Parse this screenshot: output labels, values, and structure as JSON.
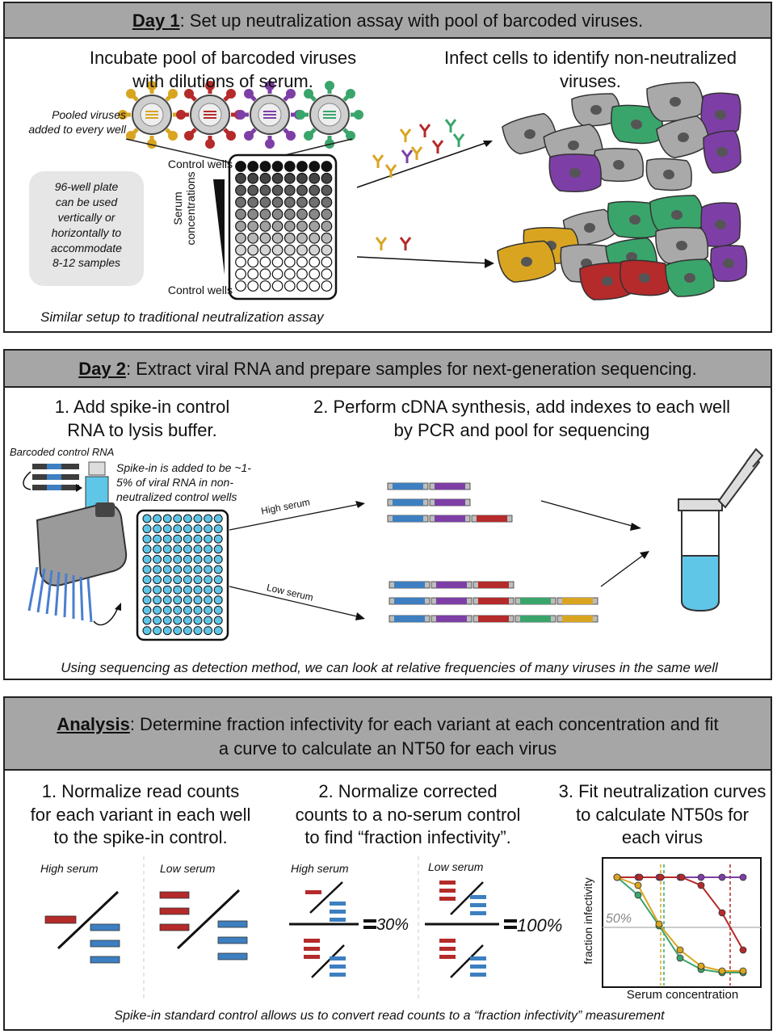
{
  "day1": {
    "bold": "Day 1",
    "rest": ": Set up neutralization assay with pool of barcoded viruses.",
    "incubate_l1": "Incubate pool of barcoded viruses",
    "incubate_l2": "with dilutions of serum.",
    "infect_l1": "Infect cells to identify non-neutralized",
    "infect_l2": "viruses.",
    "pooled_l1": "Pooled viruses",
    "pooled_l2": "added to every well",
    "plate_note": [
      "96-well plate",
      "can be used",
      "vertically or",
      "horizontally to",
      "accommodate",
      "8-12 samples"
    ],
    "control_top": "Control wells",
    "control_bottom": "Control wells",
    "serum_l1": "Serum",
    "serum_l2": "concentrations",
    "footer": "Similar setup to traditional neutralization assay"
  },
  "day2": {
    "bold": "Day 2",
    "rest": ": Extract viral RNA and prepare samples for next-generation sequencing.",
    "step1_l1": "1. Add spike-in control",
    "step1_l2": "RNA to lysis buffer.",
    "step2_l1": "2. Perform cDNA synthesis, add indexes to each well",
    "step2_l2": "by PCR and pool for sequencing",
    "barcoded": "Barcoded control RNA",
    "spike_l1": "Spike-in is added to be ~1-",
    "spike_l2": "5% of viral RNA in non-",
    "spike_l3": "neutralized control wells",
    "high": "High serum",
    "low": "Low serum",
    "footer": "Using sequencing as detection method, we can look at relative frequencies of many viruses in the same well"
  },
  "analysis": {
    "bold": "Analysis",
    "rest_l1": ": Determine fraction infectivity for each variant at each concentration and fit",
    "rest_l2": "a curve to calculate an NT50 for each virus",
    "s1": [
      "1. Normalize read counts",
      "for each variant in each well",
      "to the spike-in control."
    ],
    "s2": [
      "2. Normalize corrected",
      "counts to a no-serum control",
      "to find “fraction infectivity”."
    ],
    "s3": [
      "3. Fit neutralization curves",
      "to calculate NT50s for",
      "each virus"
    ],
    "high": "High serum",
    "low": "Low serum",
    "high2": "High serum",
    "low2": "Low serum",
    "eq30": "30%",
    "eq100": "100%",
    "fifty": "50%",
    "ylabel": "fraction infectivity",
    "xlabel": "Serum concentration",
    "footer": "Spike-in standard control allows us to convert read counts to a “fraction infectivity” measurement"
  },
  "colors": {
    "yellow": "#d9a521",
    "red": "#b52a2a",
    "purple": "#7d3fa6",
    "green": "#3aa56b",
    "grey": "#a9a9a9",
    "blue": "#3d7fc0",
    "lightblue": "#5fc6e8"
  }
}
